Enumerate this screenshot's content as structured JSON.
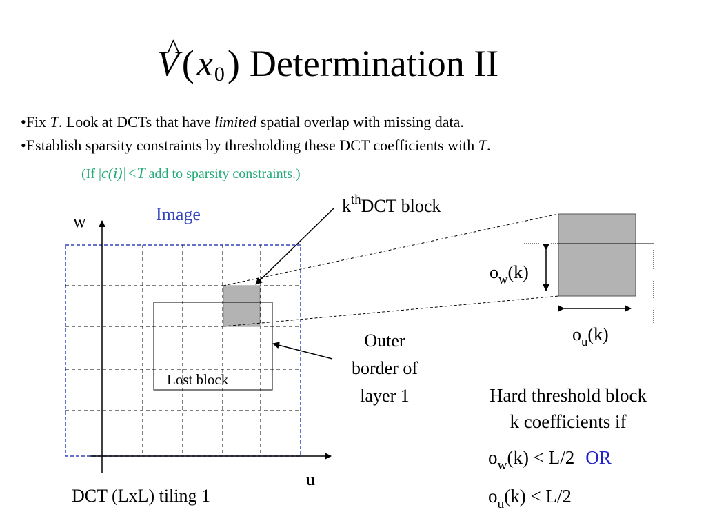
{
  "title": {
    "formula_main": "V",
    "formula_hat": "^",
    "formula_lparen": "(",
    "formula_var": "x",
    "formula_sub": "0",
    "formula_rparen": ")",
    "text": "Determination II"
  },
  "bullets": {
    "b1": {
      "pre": "•Fix ",
      "t": "T",
      "mid": ". Look at DCTs that have ",
      "lim": "limited",
      "post": " spatial overlap with missing data."
    },
    "b2": {
      "pre": "•Establish sparsity constraints by thresholding these DCT coefficients with ",
      "t": "T",
      "post": "."
    },
    "note": {
      "pre": "(If |",
      "ci": "c(i)",
      "mid": "|<",
      "t": "T",
      "post": " add to sparsity constraints.)"
    }
  },
  "diagram": {
    "image_label": "Image",
    "w_axis": "w",
    "u_axis": "u",
    "lost_block": "Lost block",
    "kth_k": "k",
    "kth_sup": "th",
    "kth_rest": "DCT block",
    "outer_border": [
      "Outer",
      "border of",
      "layer 1"
    ],
    "tiling": "DCT (LxL) tiling 1",
    "ow": {
      "o": "o",
      "sub": "w",
      "k": "(k)"
    },
    "ou": {
      "o": "o",
      "sub": "u",
      "k": "(k)"
    }
  },
  "threshold": {
    "line1": "Hard threshold block",
    "line2": "k coefficients if",
    "c1": {
      "o": "o",
      "sub": "w",
      "rest": "(k) < L/2"
    },
    "or": "OR",
    "c2": {
      "o": "o",
      "sub": "u",
      "rest": "(k) < L/2"
    }
  },
  "colors": {
    "grid_border": "#3344bb",
    "block_fill": "#b3b3b3",
    "note": "#22aa77",
    "or": "#2222cc"
  }
}
